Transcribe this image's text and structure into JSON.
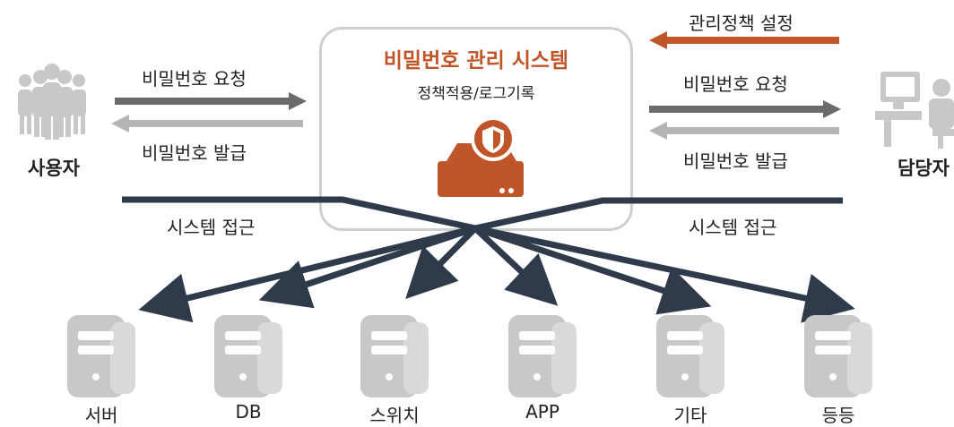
{
  "center": {
    "title": "비밀번호 관리 시스템",
    "subtitle": "정책적용/로그기록"
  },
  "left": {
    "actor_label": "사용자",
    "request_label": "비밀번호 요청",
    "issue_label": "비밀번호 발급",
    "access_label": "시스템 접근"
  },
  "right": {
    "actor_label": "담당자",
    "policy_label": "관리정책 설정",
    "request_label": "비밀번호 요청",
    "issue_label": "비밀번호 발급",
    "access_label": "시스템 접근"
  },
  "targets": [
    "서버",
    "DB",
    "스위치",
    "APP",
    "기타",
    "등등"
  ],
  "colors": {
    "accent": "#c0552a",
    "dark_line": "#2f3a4a",
    "arrow_gray": "#6b6b6b",
    "arrow_light": "#b5b5b5",
    "icon_gray": "#c8c8c8"
  }
}
